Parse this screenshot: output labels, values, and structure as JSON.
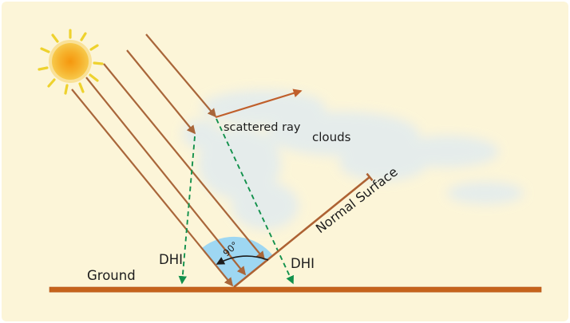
{
  "diagram": {
    "description": "Solar irradiance diagram showing DHI (diffuse horizontal irradiance): sun beams, a scattering point in clouds, scattered ray, dashed diffuse rays reaching the ground, and a normal surface at 90 degrees to the direct beam",
    "labels": {
      "scattered_ray": "scattered ray",
      "clouds": "clouds",
      "normal_surface": "Normal Surface",
      "dhi_left": "DHI",
      "dhi_right": "DHI",
      "ground": "Ground",
      "angle_90": "90°"
    },
    "icons": {
      "sun": "sun-icon",
      "scattered_ray_arrow": "arrow-icon",
      "diffuse_ray_arrows": "dashed-arrow-icon",
      "angle_arc": "curved-arrow-icon"
    },
    "colors": {
      "background": "#fcf5d8",
      "ray": "#a9663a",
      "scatter": "#c05f2b",
      "normal": "#ad6233",
      "ground": "#c5631c",
      "ground_edge": "#b35416",
      "diffuse": "#12914c",
      "sector": "#9ed7f2",
      "sun_core": "#f5970e",
      "sun_mid": "#f6b02a",
      "sun_edge": "#f7c94b",
      "sun_rays": "#eed22e",
      "cloud": "#d9e8f6",
      "text": "#1c1c1c"
    }
  }
}
